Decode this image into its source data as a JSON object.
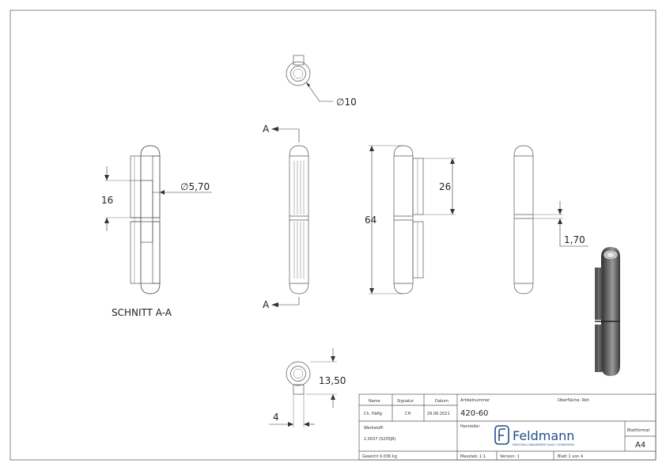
{
  "dimensions": {
    "d_top": "∅10",
    "d_pin": "∅5,70",
    "h16": "16",
    "h26": "26",
    "h64": "64",
    "gap": "1,70",
    "w13": "13,50",
    "w4": "4"
  },
  "section": {
    "marker_top": "A",
    "marker_bottom": "A",
    "label": "SCHNITT A-A"
  },
  "title_block": {
    "name_h": "Name",
    "sig_h": "Signatur",
    "date_h": "Datum",
    "name_v": "Ch. Häfig",
    "sig_v": "CH",
    "date_v": "29.06.2021",
    "art_h": "Artikelnummer",
    "art_v": "420-60",
    "surface": "Oberfläche:  Roh",
    "werkstoff_h": "Werkstoff:",
    "werkstoff_v": "1.0037 (S235JR)",
    "hersteller_h": "Hersteller",
    "logo_text": "Feldmann",
    "logo_sub": "EDELSTAHL-HANDWERKER GmbH / SCHWEISSEN",
    "blatt_h": "Blattformat",
    "blatt_v": "A4",
    "gewicht": "Gewicht 0.036 kg",
    "massstab": "Masstab: 1:1",
    "version": "Version: 1",
    "blatt": "Blatt 1 von 4"
  },
  "colors": {
    "line": "#555555",
    "logo": "#1f4e8c",
    "render_dark": "#3a3a3a",
    "render_light": "#8a8a8a"
  }
}
